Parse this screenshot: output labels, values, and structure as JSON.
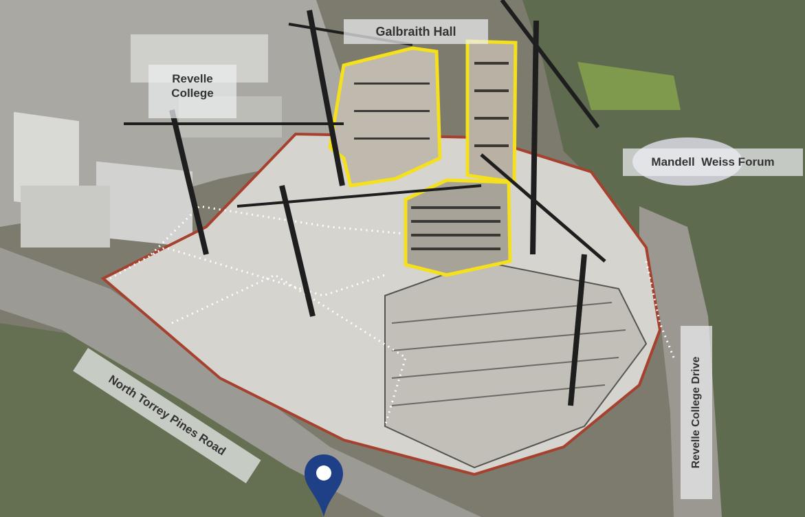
{
  "labels": {
    "galbraith_hall": "Galbraith Hall",
    "revelle_college_line1": "Revelle",
    "revelle_college_line2": "College",
    "mandell_weiss_forum": "Mandell  Weiss Forum",
    "north_torrey_pines_road": "North Torrey Pines Road",
    "revelle_college_drive": "Revelle College Drive"
  },
  "colors": {
    "highlight": "#f4e01c",
    "site_boundary": "#a5412e",
    "pin": "#1f3f86"
  },
  "icons": {
    "location": "map-pin-icon"
  }
}
